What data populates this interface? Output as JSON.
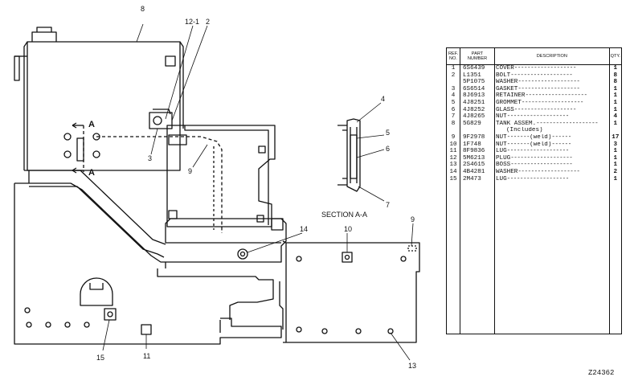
{
  "drawing": {
    "section_label": "SECTION A-A",
    "arrow_label_top": "A",
    "arrow_label_bottom": "A",
    "callouts": {
      "c8": "8",
      "c12_1": "12-1",
      "c2": "2",
      "c3": "3",
      "c9a": "9",
      "c4": "4",
      "c5": "5",
      "c6": "6",
      "c7": "7",
      "c14": "14",
      "c10": "10",
      "c9b": "9",
      "c13": "13",
      "c11": "11",
      "c15": "15"
    }
  },
  "parts_table": {
    "headers": {
      "ref": "REF. NO.",
      "part": "PART NUMBER",
      "desc": "DESCRIPTION",
      "qty": "QTY."
    },
    "rows": [
      {
        "ref": "1",
        "part": "6S6439",
        "desc": "COVER",
        "qty": "1"
      },
      {
        "ref": "2",
        "part": "L1351",
        "desc": "BOLT",
        "qty": "8"
      },
      {
        "ref": "",
        "part": "5P1075",
        "desc": "WASHER",
        "qty": "8"
      },
      {
        "ref": "3",
        "part": "6S6514",
        "desc": "GASKET",
        "qty": "1"
      },
      {
        "ref": "4",
        "part": "8J6913",
        "desc": "RETAINER",
        "qty": "1"
      },
      {
        "ref": "5",
        "part": "4J8251",
        "desc": "GROMMET",
        "qty": "1"
      },
      {
        "ref": "6",
        "part": "4J8252",
        "desc": "GLASS",
        "qty": "1"
      },
      {
        "ref": "7",
        "part": "4J8265",
        "desc": "NUT",
        "qty": "4"
      },
      {
        "ref": "8",
        "part": "5G829",
        "desc": "TANK ASSEM.",
        "qty": "1"
      },
      {
        "ref": "",
        "part": "",
        "desc": "(Includes)",
        "qty": ""
      },
      {
        "ref": "9",
        "part": "9F2978",
        "desc": "NUT",
        "note": "(weld)",
        "qty": "17"
      },
      {
        "ref": "10",
        "part": "1F748",
        "desc": "NUT",
        "note": "(weld)",
        "qty": "3"
      },
      {
        "ref": "11",
        "part": "8F9836",
        "desc": "LUG",
        "qty": "1"
      },
      {
        "ref": "12",
        "part": "5M6213",
        "desc": "PLUG",
        "qty": "1"
      },
      {
        "ref": "13",
        "part": "2S4615",
        "desc": "BOSS",
        "qty": "1"
      },
      {
        "ref": "14",
        "part": "4B4281",
        "desc": "WASHER",
        "qty": "2"
      },
      {
        "ref": "15",
        "part": "2M473",
        "desc": "LUG",
        "qty": "1"
      }
    ]
  },
  "doc_number": "Z24362"
}
